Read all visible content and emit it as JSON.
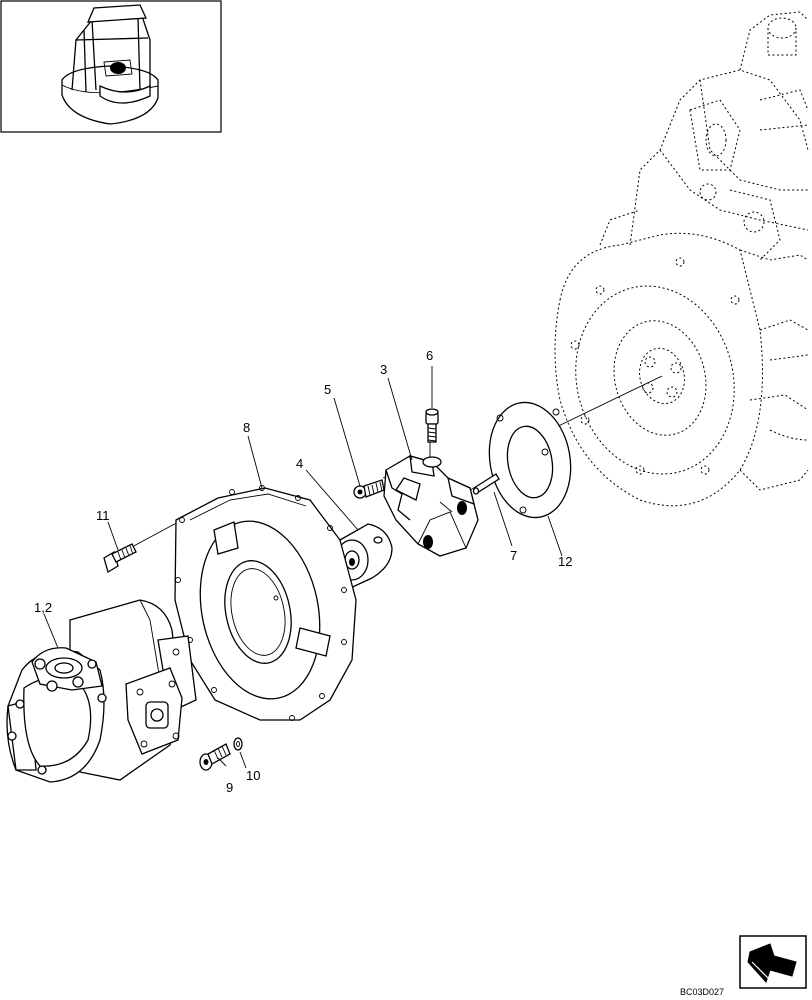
{
  "drawing_code": "BC03D027",
  "callouts": [
    {
      "id": "c12",
      "label": "1,2"
    },
    {
      "id": "c3",
      "label": "3"
    },
    {
      "id": "c4",
      "label": "4"
    },
    {
      "id": "c5",
      "label": "5"
    },
    {
      "id": "c6",
      "label": "6"
    },
    {
      "id": "c7",
      "label": "7"
    },
    {
      "id": "c8",
      "label": "8"
    },
    {
      "id": "c9",
      "label": "9"
    },
    {
      "id": "c10",
      "label": "10"
    },
    {
      "id": "c11",
      "label": "11"
    },
    {
      "id": "c12b",
      "label": "12"
    }
  ],
  "icons": {
    "inset": "machine-location-inset-icon",
    "nav": "next-page-arrow-icon"
  }
}
